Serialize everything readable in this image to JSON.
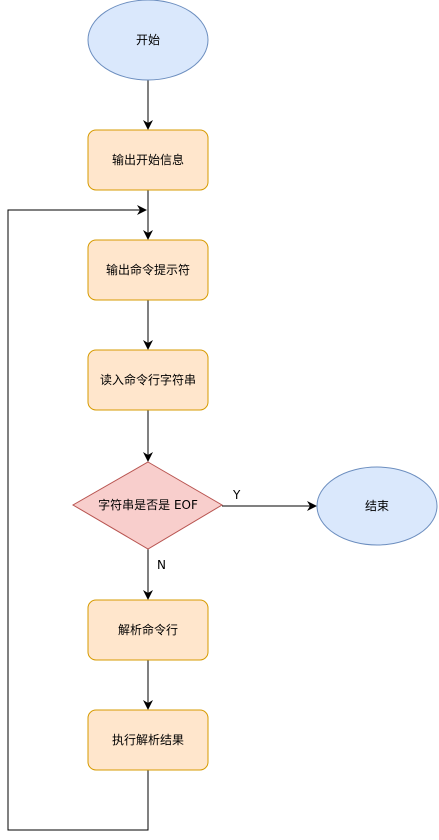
{
  "diagram": {
    "nodes": {
      "start": {
        "label": "开始",
        "fill": "#dae8fc",
        "stroke": "#6c8ebf"
      },
      "print_welcome": {
        "label": "输出开始信息",
        "fill": "#ffe6cc",
        "stroke": "#d79b00"
      },
      "print_prompt": {
        "label": "输出命令提示符",
        "fill": "#ffe6cc",
        "stroke": "#d79b00"
      },
      "read_line": {
        "label": "读入命令行字符串",
        "fill": "#ffe6cc",
        "stroke": "#d79b00"
      },
      "is_eof": {
        "label": "字符串是否是 EOF",
        "fill": "#f8cecc",
        "stroke": "#b85450"
      },
      "end": {
        "label": "结束",
        "fill": "#dae8fc",
        "stroke": "#6c8ebf"
      },
      "parse": {
        "label": "解析命令行",
        "fill": "#ffe6cc",
        "stroke": "#d79b00"
      },
      "execute": {
        "label": "执行解析结果",
        "fill": "#ffe6cc",
        "stroke": "#d79b00"
      }
    },
    "edges": {
      "yes_label": "Y",
      "no_label": "N"
    },
    "line_color": "#000000"
  }
}
